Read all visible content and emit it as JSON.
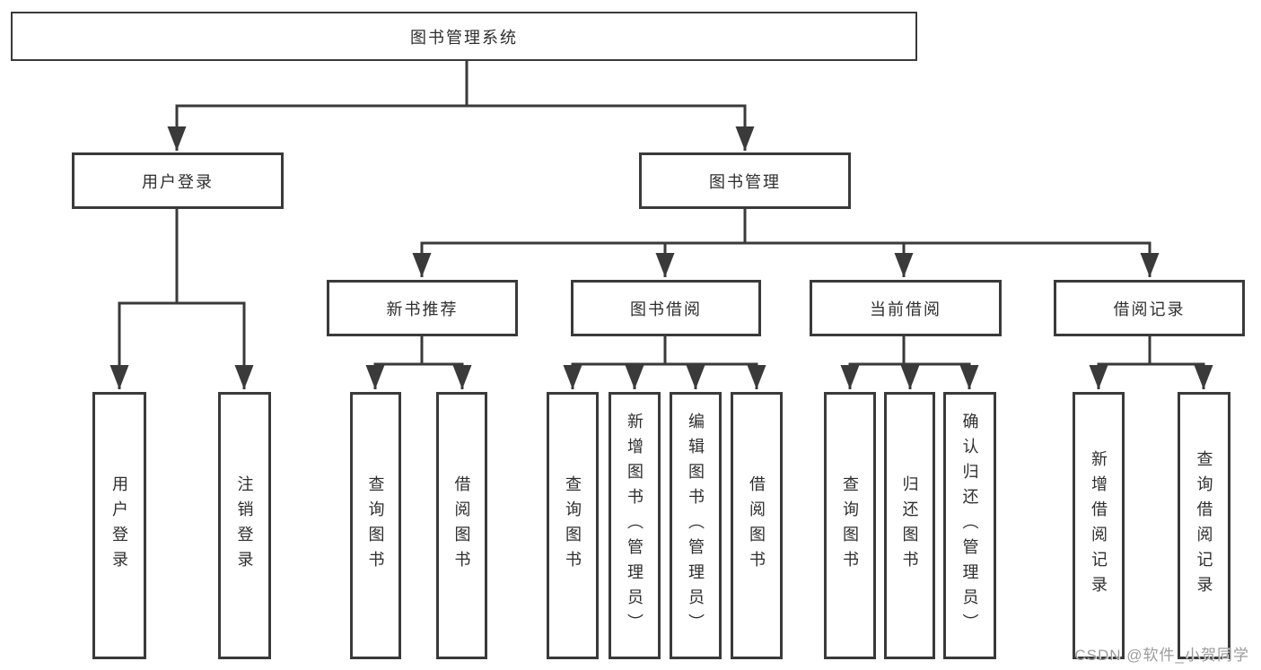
{
  "colors": {
    "line": "#3a3a3a",
    "text": "#2e2e2e",
    "watermark": "#9c9c9c",
    "box_background": "#ffffff"
  },
  "tree": {
    "root": "图书管理系统",
    "branches": [
      {
        "label": "用户登录",
        "children": [
          "用户登录",
          "注销登录"
        ]
      },
      {
        "label": "图书管理",
        "children": [
          {
            "label": "新书推荐",
            "children": [
              "查询图书",
              "借阅图书"
            ]
          },
          {
            "label": "图书借阅",
            "children": [
              "查询图书",
              "新增图书（管理员）",
              "编辑图书（管理员）",
              "借阅图书"
            ]
          },
          {
            "label": "当前借阅",
            "children": [
              "查询图书",
              "归还图书",
              "确认归还（管理员）"
            ]
          },
          {
            "label": "借阅记录",
            "children": [
              "新增借阅记录",
              "查询借阅记录"
            ]
          }
        ]
      }
    ]
  },
  "watermark": {
    "text": "CSDN @软件_小贺同学"
  }
}
